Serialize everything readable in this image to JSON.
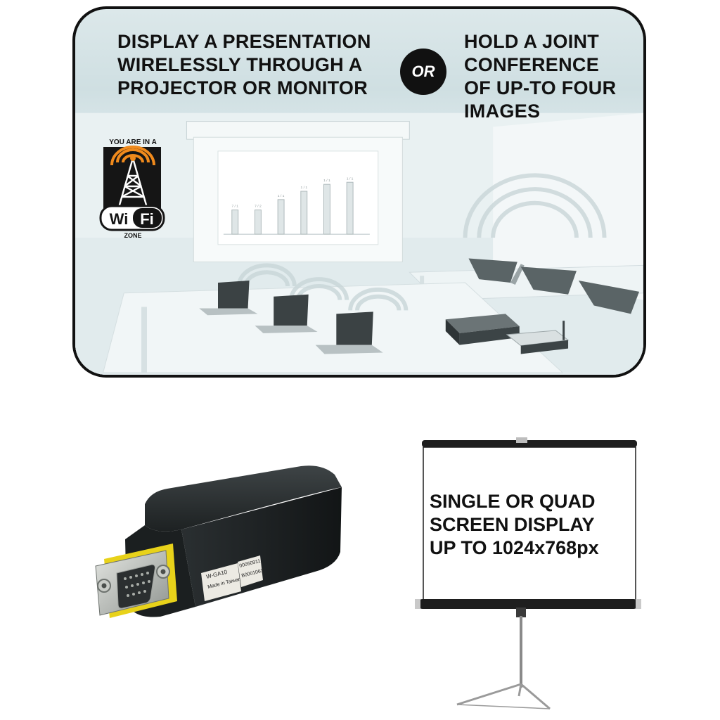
{
  "banner": {
    "left_lines": [
      "DISPLAY A PRESENTATION",
      "WIRELESSLY THROUGH A",
      "PROJECTOR OR MONITOR"
    ],
    "or_label": "OR",
    "right_lines": [
      "HOLD A JOINT",
      "CONFERENCE",
      "OF UP-TO FOUR",
      "IMAGES"
    ]
  },
  "wifi_badge": {
    "top_text": "YOU ARE IN A",
    "wi": "Wi",
    "fi": "Fi",
    "zone": "ZONE"
  },
  "projected_chart": {
    "bar_labels": [
      "7 / 1",
      "7 / 2",
      "1 / 1",
      "1 / 1",
      "1 / 1",
      "1 / 1"
    ],
    "bar_values": [
      0.35,
      0.35,
      0.5,
      0.62,
      0.72,
      0.75
    ]
  },
  "adapter_labels": {
    "label_1": "W-GA10",
    "label_2": "Made in Taiwan",
    "label_3": "00050911",
    "label_4": "B0001063"
  },
  "projector_screen": {
    "lines": [
      "SINGLE OR QUAD",
      "SCREEN  DISPLAY",
      "UP TO 1024x768px"
    ]
  },
  "colors": {
    "panel_border": "#111111",
    "wifi_orange": "#f08a1c",
    "connector_yellow": "#e8d21a"
  }
}
